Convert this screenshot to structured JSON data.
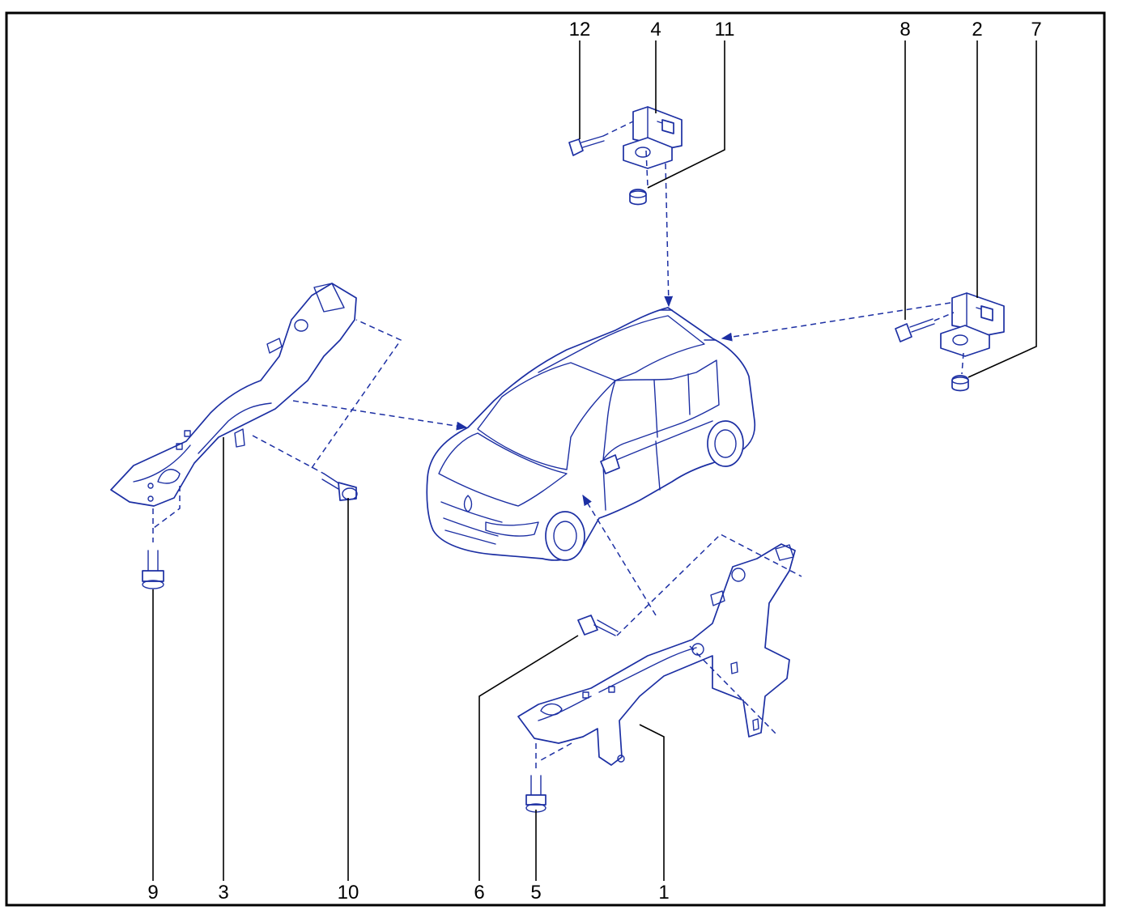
{
  "diagram": {
    "callouts": [
      "12",
      "4",
      "11",
      "8",
      "2",
      "7",
      "9",
      "3",
      "10",
      "6",
      "5",
      "1"
    ]
  },
  "colors": {
    "line_art": "#1c2fa3",
    "callout_text": "#000000",
    "border": "#000000",
    "background": "#ffffff"
  }
}
